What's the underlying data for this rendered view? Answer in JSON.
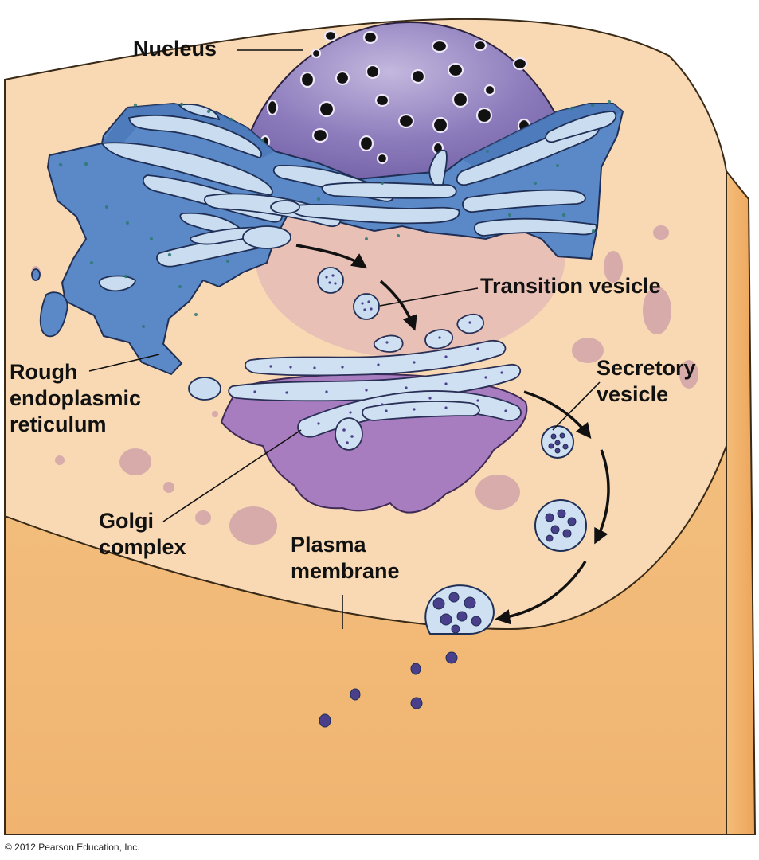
{
  "labels": {
    "nucleus": "Nucleus",
    "transition_vesicle": "Transition vesicle",
    "secretory_vesicle": [
      "Secretory",
      "vesicle"
    ],
    "rough_er": [
      "Rough",
      "endoplasmic",
      "reticulum"
    ],
    "golgi": [
      "Golgi",
      "complex"
    ],
    "plasma_membrane": [
      "Plasma",
      "membrane"
    ]
  },
  "copyright": "© 2012 Pearson Education, Inc.",
  "colors": {
    "cytoplasm": "#f8d8b0",
    "cell_side": "#f2b46a",
    "nucleus": "#7c6aae",
    "rough_er": "#5b88c6",
    "er_lumen": "#c9dcf0",
    "golgi": "#a77dbf",
    "cargo": "#4a3f8a",
    "ribosome": "#2f7a78"
  }
}
